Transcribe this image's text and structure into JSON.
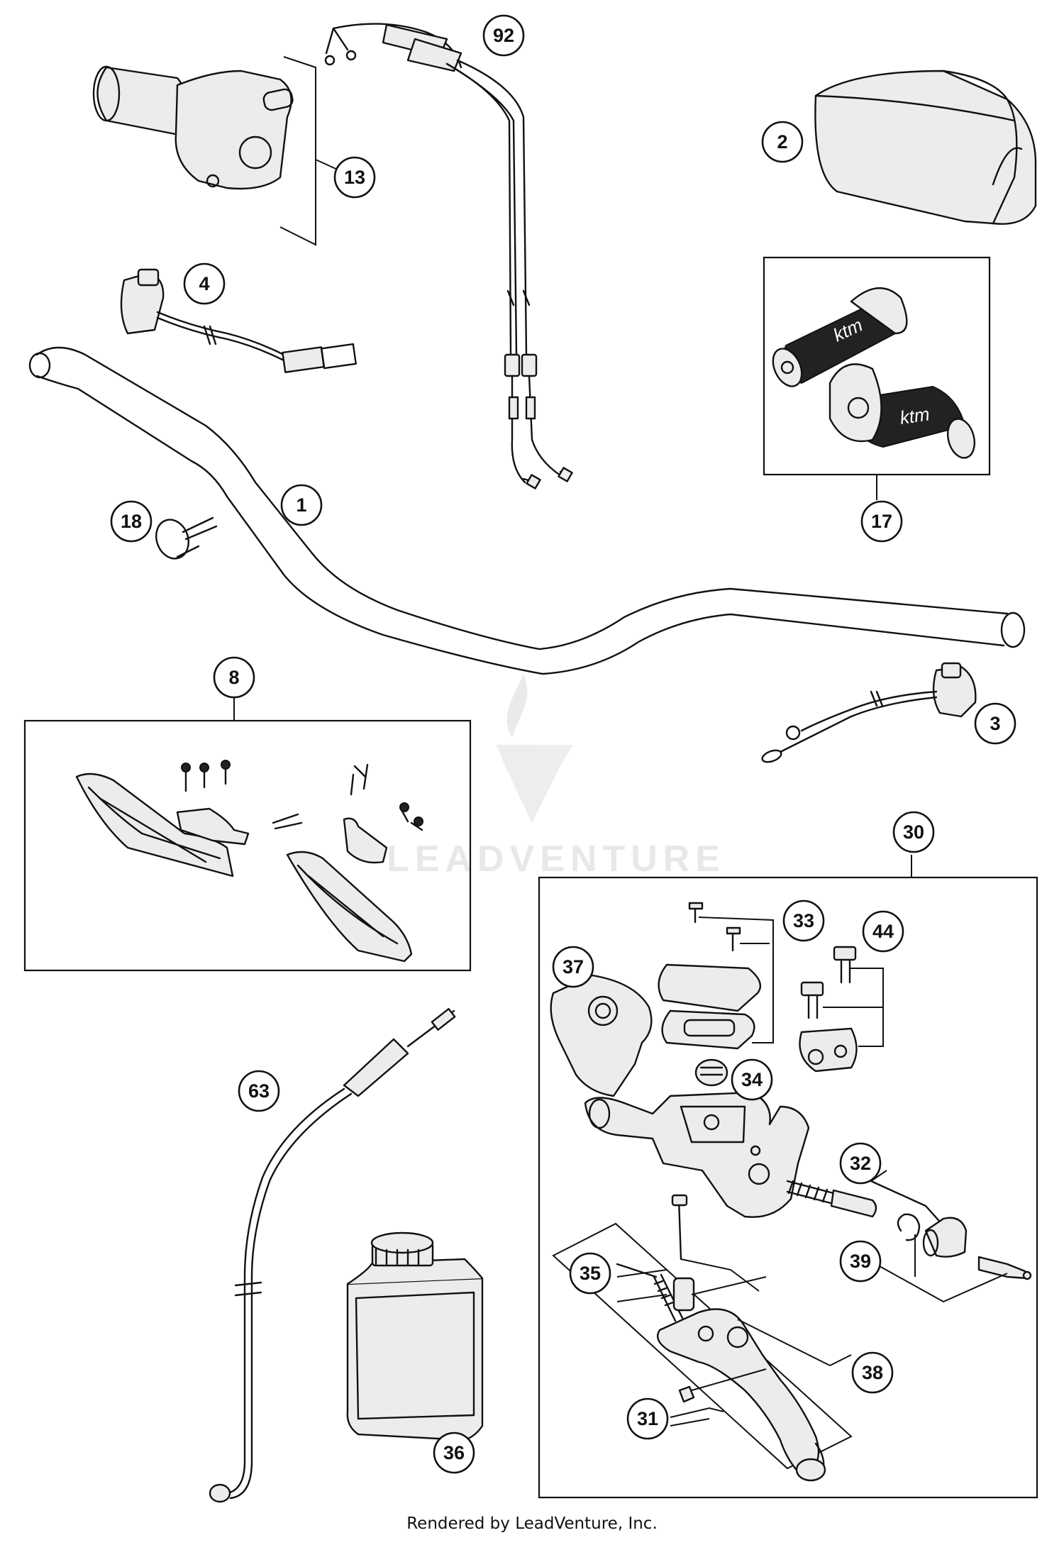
{
  "watermark": {
    "text": "LEADVENTURE",
    "color": "#e4e4e4"
  },
  "footer": {
    "credit": "Rendered by LeadVenture, Inc."
  },
  "callouts": [
    {
      "id": "1",
      "label": "1"
    },
    {
      "id": "2",
      "label": "2"
    },
    {
      "id": "3",
      "label": "3"
    },
    {
      "id": "4",
      "label": "4"
    },
    {
      "id": "8",
      "label": "8"
    },
    {
      "id": "13",
      "label": "13"
    },
    {
      "id": "17",
      "label": "17"
    },
    {
      "id": "18",
      "label": "18"
    },
    {
      "id": "30",
      "label": "30"
    },
    {
      "id": "31",
      "label": "31"
    },
    {
      "id": "32",
      "label": "32"
    },
    {
      "id": "33",
      "label": "33"
    },
    {
      "id": "34",
      "label": "34"
    },
    {
      "id": "35",
      "label": "35"
    },
    {
      "id": "36",
      "label": "36"
    },
    {
      "id": "37",
      "label": "37"
    },
    {
      "id": "38",
      "label": "38"
    },
    {
      "id": "39",
      "label": "39"
    },
    {
      "id": "44",
      "label": "44"
    },
    {
      "id": "63",
      "label": "63"
    },
    {
      "id": "92",
      "label": "92"
    }
  ],
  "grip_logo": {
    "text": "ktm"
  }
}
